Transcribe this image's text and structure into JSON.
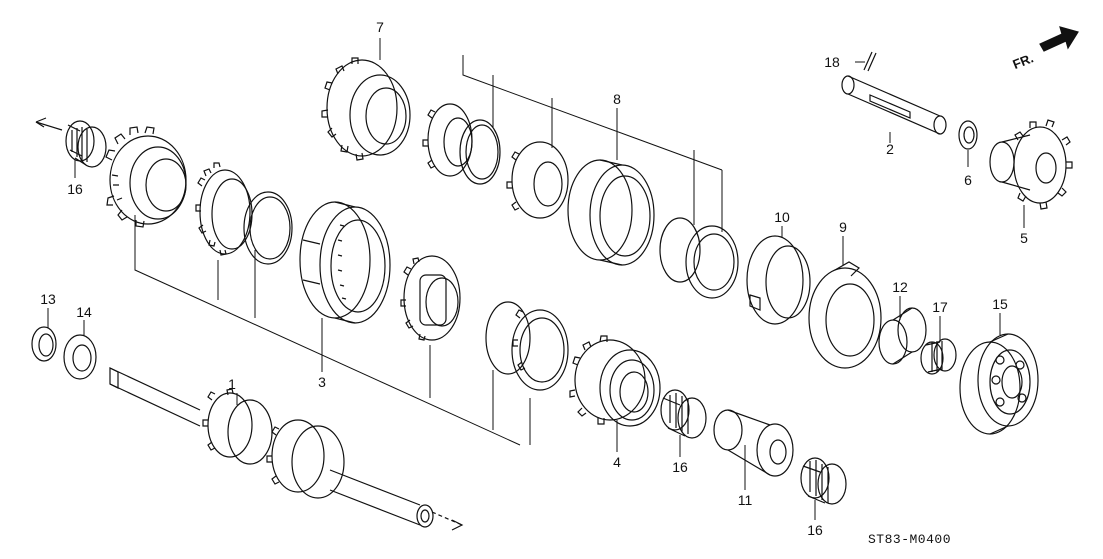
{
  "diagram": {
    "callouts": [
      {
        "id": "c1",
        "text": "1"
      },
      {
        "id": "c2",
        "text": "2"
      },
      {
        "id": "c3",
        "text": "3"
      },
      {
        "id": "c4",
        "text": "4"
      },
      {
        "id": "c5",
        "text": "5"
      },
      {
        "id": "c6",
        "text": "6"
      },
      {
        "id": "c7",
        "text": "7"
      },
      {
        "id": "c8",
        "text": "8"
      },
      {
        "id": "c9",
        "text": "9"
      },
      {
        "id": "c10",
        "text": "10"
      },
      {
        "id": "c11",
        "text": "11"
      },
      {
        "id": "c12",
        "text": "12"
      },
      {
        "id": "c13",
        "text": "13"
      },
      {
        "id": "c14",
        "text": "14"
      },
      {
        "id": "c15",
        "text": "15"
      },
      {
        "id": "c16a",
        "text": "16"
      },
      {
        "id": "c16b",
        "text": "16"
      },
      {
        "id": "c16c",
        "text": "16"
      },
      {
        "id": "c17",
        "text": "17"
      },
      {
        "id": "c18",
        "text": "18"
      }
    ],
    "direction_label": "FR.",
    "diagram_code": "ST83-M0400"
  }
}
